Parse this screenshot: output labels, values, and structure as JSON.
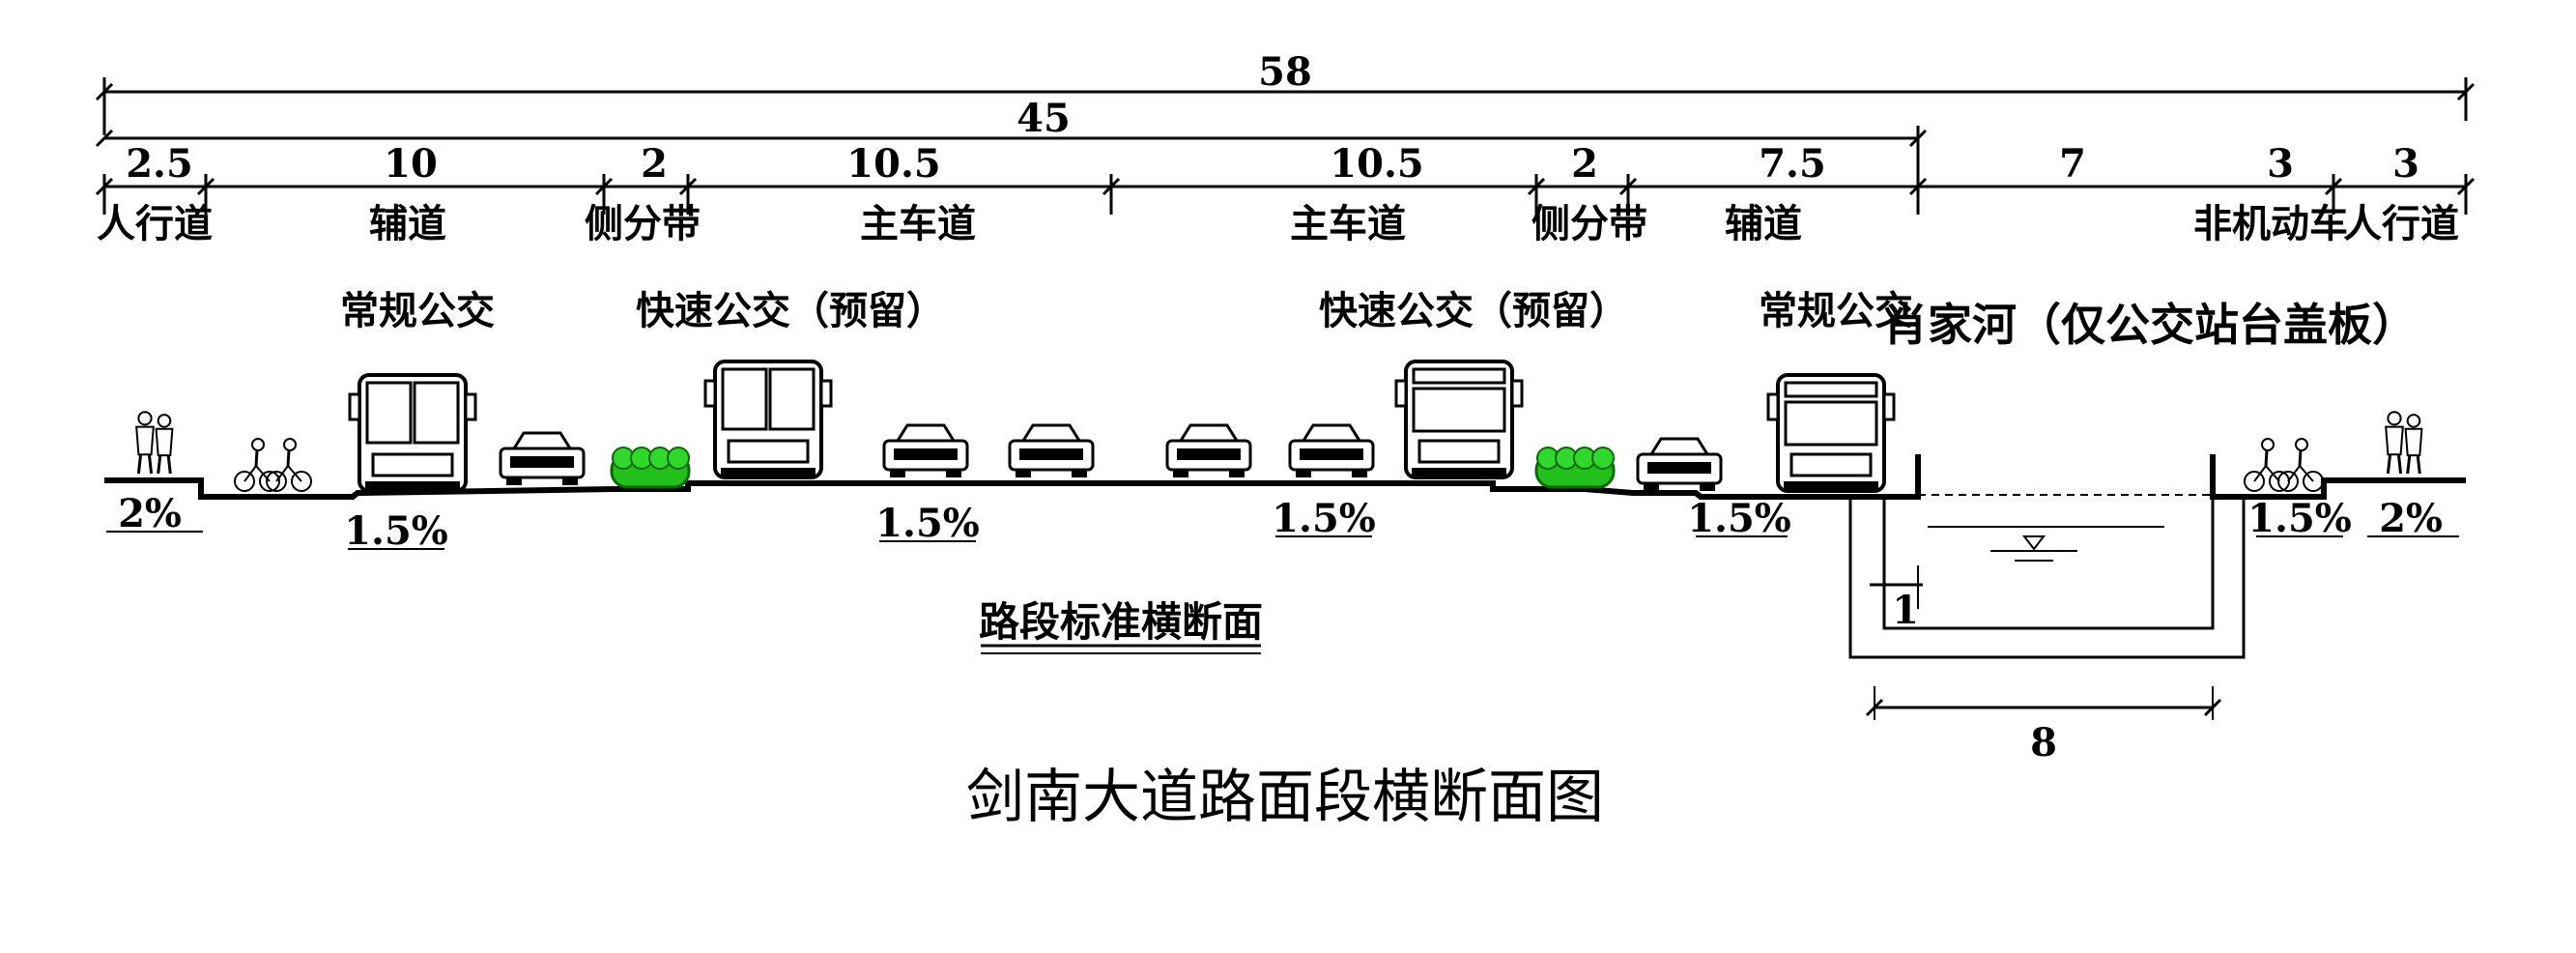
{
  "dimensions": {
    "total": "58",
    "road": "45",
    "segments": [
      "2.5",
      "10",
      "2",
      "10.5",
      "10.5",
      "2",
      "7.5",
      "7",
      "3",
      "3"
    ],
    "canal_width": "8",
    "canal_wall": "1"
  },
  "zones": [
    "人行道",
    "辅道",
    "侧分带",
    "主车道",
    "主车道",
    "侧分带",
    "辅道",
    "非机动车",
    "人行道"
  ],
  "bus_labels": {
    "regular_left": "常规公交",
    "brt_left": "快速公交（预留）",
    "brt_right": "快速公交（预留）",
    "regular_right": "常规公交"
  },
  "river_label": "肖家河（仅公交站台盖板）",
  "slopes": [
    "2%",
    "1.5%",
    "1.5%",
    "1.5%",
    "1.5%",
    "1.5%",
    "2%"
  ],
  "section_title": "路段标准横断面",
  "caption": "剑南大道路面段横断面图"
}
